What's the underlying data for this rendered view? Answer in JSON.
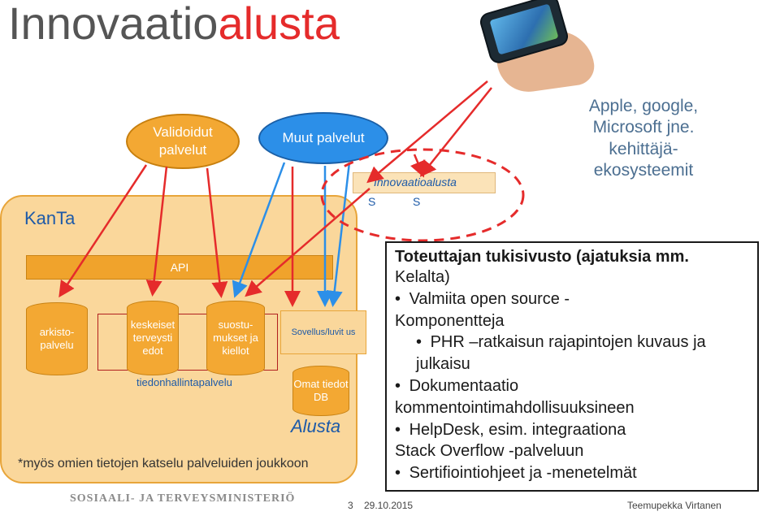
{
  "title": {
    "part1": "Innovaatio",
    "part2": "alusta"
  },
  "colors": {
    "accent_red": "#e52b2b",
    "orange": "#f3a833",
    "blue": "#2c8fe8",
    "beige": "#fad79b",
    "text_blue": "#1d5aa8"
  },
  "kanta": {
    "label": "KanTa",
    "api": "API"
  },
  "ellipses": {
    "validoidut": "Validoidut palvelut",
    "muut": "Muut palvelut"
  },
  "innov": {
    "label": "Innovaatioalusta",
    "s_left": "S",
    "s_right": "S"
  },
  "cylinders": {
    "arkisto": "arkisto-palvelu",
    "keskeiset": "keskeiset terveysti edot",
    "suostumukset": "suostu-mukset ja kiellot",
    "omat": "Omat tiedot DB"
  },
  "tiedonhallinta": "tiedonhallintapalvelu",
  "sovellus": "Sovellus/luvit us",
  "alusta": "Alusta",
  "note": "*myös omien tietojen katselu palveluiden joukkoon",
  "ecosystem": {
    "line1": "Apple, google,",
    "line2": "Microsoft jne.",
    "line3": "kehittäjä-",
    "line4": "ekosysteemit"
  },
  "phone": {
    "icon": "smartphone-in-hand-icon"
  },
  "infobox": {
    "heading": "Toteuttajan tukisivusto  (ajatuksia mm.",
    "heading2": "Kelalta)",
    "items": [
      {
        "text": "Valmiita open source -",
        "cont": "Komponentteja"
      },
      {
        "text": "PHR –ratkaisun rajapintojen kuvaus ja",
        "cont": "julkaisu"
      },
      {
        "text": "Dokumentaatio",
        "cont": "kommentointimahdollisuuksineen"
      },
      {
        "text": "HelpDesk, esim. integraationa",
        "cont": "Stack Overflow -palveluun"
      },
      {
        "text": "Sertifiointiohjeet ja -menetelmät",
        "cont": ""
      }
    ]
  },
  "footer": {
    "logo": "SOSIAALI- JA TERVEYSMINISTERIÖ",
    "page": "3",
    "date": "29.10.2015",
    "author": "Teemupekka Virtanen"
  }
}
